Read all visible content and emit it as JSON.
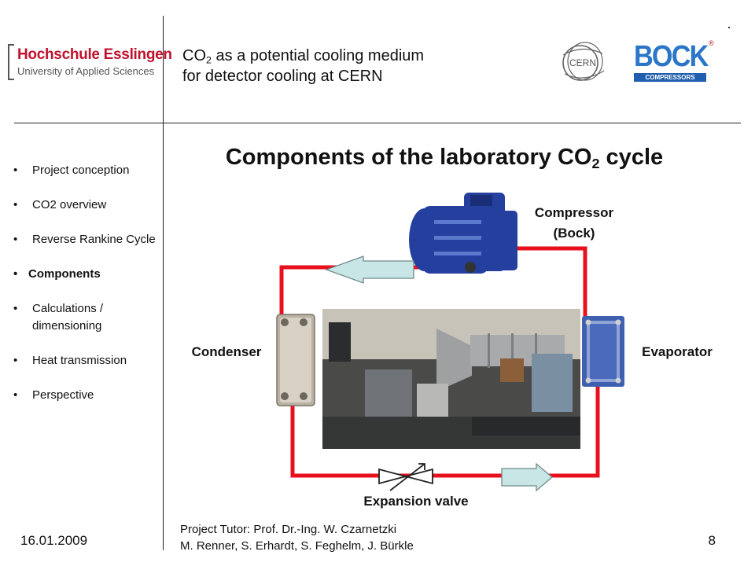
{
  "header": {
    "logo": {
      "name": "Hochschule Esslingen",
      "subtitle": "University of Applied Sciences"
    },
    "title_line1": {
      "pre": "CO",
      "sub": "2",
      "post": " as a potential cooling medium"
    },
    "title_line2": "for detector cooling at CERN",
    "logos": {
      "cern_text": "CERN",
      "bock_text": "BOCK",
      "bock_sub": "COMPRESSORS",
      "bock_reg": "®"
    }
  },
  "nav": {
    "items": [
      {
        "label": "Project conception"
      },
      {
        "label": "CO2 overview"
      },
      {
        "label": "Reverse Rankine Cycle"
      },
      {
        "label": "Components"
      },
      {
        "label": "Calculations / dimensioning"
      },
      {
        "label": "Heat transmission"
      },
      {
        "label": "Perspective"
      }
    ],
    "active_index": 3
  },
  "slide": {
    "title": {
      "pre": "Components of the laboratory CO",
      "sub": "2",
      "post": " cycle"
    },
    "labels": {
      "compressor_line1": "Compressor",
      "compressor_line2": "(Bock)",
      "condenser": "Condenser",
      "evaporator": "Evaporator",
      "expansion_valve": "Expansion valve"
    }
  },
  "colors": {
    "pipe": "#e8101c",
    "arrow_fill": "#c9e6e6",
    "compressor": "#243f9e",
    "he_red": "#c0122c",
    "bock_blue": "#2c76c8"
  },
  "footer": {
    "date": "16.01.2009",
    "tutor_line1": "Project Tutor: Prof. Dr.-Ing. W. Czarnetzki",
    "tutor_line2": "M. Renner, S. Erhardt, S. Feghelm, J. Bürkle",
    "page_number": "8"
  }
}
